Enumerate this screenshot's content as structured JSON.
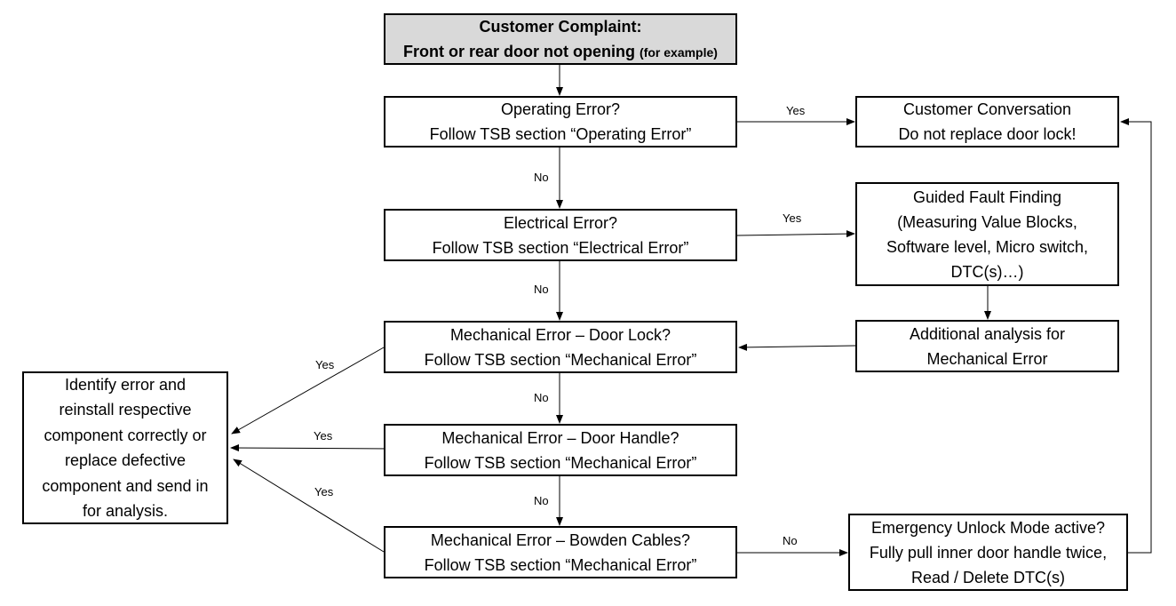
{
  "start": {
    "line1": "Customer Complaint:",
    "line2": "Front or rear door not opening",
    "line2_suffix": "(for example)"
  },
  "operating": {
    "line1": "Operating Error?",
    "line2": "Follow TSB section “Operating Error”"
  },
  "electrical": {
    "line1": "Electrical Error?",
    "line2": "Follow TSB section “Electrical Error”"
  },
  "door_lock": {
    "line1": "Mechanical Error – Door Lock?",
    "line2": "Follow TSB section “Mechanical Error”"
  },
  "door_handle": {
    "line1": "Mechanical Error – Door Handle?",
    "line2": "Follow TSB section “Mechanical Error”"
  },
  "bowden": {
    "line1": "Mechanical Error – Bowden Cables?",
    "line2": "Follow TSB section “Mechanical Error”"
  },
  "conversation": {
    "line1": "Customer Conversation",
    "line2": "Do not replace door lock!"
  },
  "guided": {
    "line1": "Guided Fault Finding",
    "line2": "(Measuring Value Blocks,",
    "line3": "Software level, Micro switch,",
    "line4": "DTC(s)…)"
  },
  "additional": {
    "line1": "Additional analysis for",
    "line2": "Mechanical Error"
  },
  "emergency": {
    "line1": "Emergency Unlock Mode active?",
    "line2": "Fully pull inner door handle twice,",
    "line3": "Read / Delete DTC(s)"
  },
  "identify": {
    "line1": "Identify error and",
    "line2": "reinstall respective",
    "line3": "component correctly or",
    "line4": "replace defective",
    "line5": "component and send in",
    "line6": "for analysis."
  },
  "labels": {
    "yes_operating": "Yes",
    "yes_electrical": "Yes",
    "no_1": "No",
    "no_2": "No",
    "no_3": "No",
    "no_4": "No",
    "yes_door_lock": "Yes",
    "yes_door_handle": "Yes",
    "yes_bowden": "Yes",
    "no_bowden": "No"
  }
}
